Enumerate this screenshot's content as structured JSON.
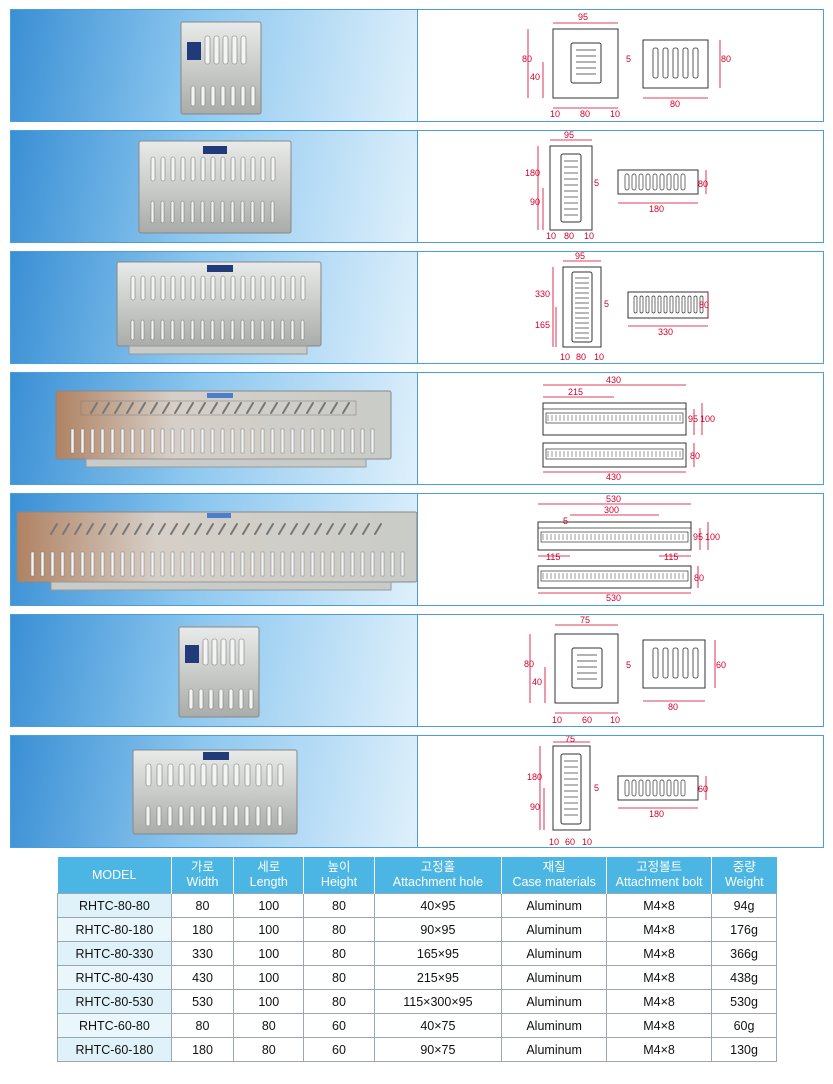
{
  "products": [
    {
      "id": "r1",
      "dims": {
        "width_top": "95",
        "height_total": "80",
        "height_half": "40",
        "bottom": [
          "10",
          "80",
          "10"
        ],
        "side": "5",
        "front_h": "80",
        "front_w": "80"
      }
    },
    {
      "id": "r2",
      "dims": {
        "width_top": "95",
        "height_total": "180",
        "height_half": "90",
        "bottom": [
          "10",
          "80",
          "10"
        ],
        "side": "5",
        "front_h": "80",
        "front_w": "180"
      }
    },
    {
      "id": "r3",
      "dims": {
        "width_top": "95",
        "height_total": "330",
        "height_half": "165",
        "bottom": [
          "10",
          "80",
          "10"
        ],
        "side": "5",
        "front_h": "80",
        "front_w": "330"
      }
    },
    {
      "id": "r4",
      "dims": {
        "top_total": "430",
        "top_half": "215",
        "right_inner": "95",
        "right_outer": "100",
        "front_h": "80",
        "front_w": "430"
      }
    },
    {
      "id": "r5",
      "dims": {
        "top_total": "530",
        "top_inner": "300",
        "side": "5",
        "left_edge": "115",
        "right_edge": "115",
        "right_inner": "95",
        "right_outer": "100",
        "front_h": "80",
        "front_w": "530"
      }
    },
    {
      "id": "r6",
      "dims": {
        "width_top": "75",
        "height_total": "80",
        "height_half": "40",
        "bottom": [
          "10",
          "60",
          "10"
        ],
        "side": "5",
        "front_h": "60",
        "front_w": "80"
      }
    },
    {
      "id": "r7",
      "dims": {
        "width_top": "75",
        "height_total": "180",
        "height_half": "90",
        "bottom": [
          "10",
          "60",
          "10"
        ],
        "side": "5",
        "front_h": "60",
        "front_w": "180"
      }
    }
  ],
  "table": {
    "headers": [
      {
        "ko": "MODEL",
        "en": ""
      },
      {
        "ko": "가로",
        "en": "Width"
      },
      {
        "ko": "세로",
        "en": "Length"
      },
      {
        "ko": "높이",
        "en": "Height"
      },
      {
        "ko": "고정홀",
        "en": "Attachment hole"
      },
      {
        "ko": "재질",
        "en": "Case materials"
      },
      {
        "ko": "고정볼트",
        "en": "Attachment bolt"
      },
      {
        "ko": "중량",
        "en": "Weight"
      }
    ],
    "rows": [
      [
        "RHTC-80-80",
        "80",
        "100",
        "80",
        "40×95",
        "Aluminum",
        "M4×8",
        "94g"
      ],
      [
        "RHTC-80-180",
        "180",
        "100",
        "80",
        "90×95",
        "Aluminum",
        "M4×8",
        "176g"
      ],
      [
        "RHTC-80-330",
        "330",
        "100",
        "80",
        "165×95",
        "Aluminum",
        "M4×8",
        "366g"
      ],
      [
        "RHTC-80-430",
        "430",
        "100",
        "80",
        "215×95",
        "Aluminum",
        "M4×8",
        "438g"
      ],
      [
        "RHTC-80-530",
        "530",
        "100",
        "80",
        "115×300×95",
        "Aluminum",
        "M4×8",
        "530g"
      ],
      [
        "RHTC-60-80",
        "80",
        "80",
        "60",
        "40×75",
        "Aluminum",
        "M4×8",
        "60g"
      ],
      [
        "RHTC-60-180",
        "180",
        "80",
        "60",
        "90×75",
        "Aluminum",
        "M4×8",
        "130g"
      ]
    ]
  }
}
